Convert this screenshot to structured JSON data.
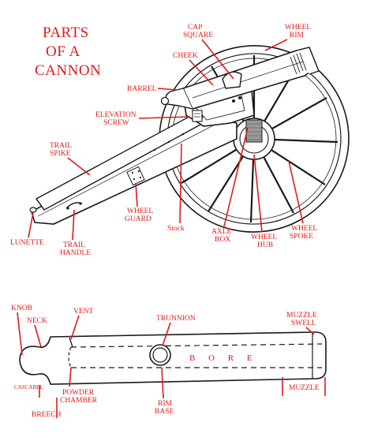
{
  "title": {
    "line1": "PARTS",
    "line2": "OF A",
    "line3": "CANNON"
  },
  "cannon_labels": {
    "cap_square_1": "CAP",
    "cap_square_2": "SQUARE",
    "wheel_rim_1": "WHEEL",
    "wheel_rim_2": "RIM",
    "cheek": "CHEEK",
    "barrel": "BARREL",
    "elevation_screw_1": "ELEVATION",
    "elevation_screw_2": "SCREW",
    "trail_spike_1": "TRAIL",
    "trail_spike_2": "SPIKE",
    "wheel_guard_1": "WHEEL",
    "wheel_guard_2": "GUARD",
    "stock": "Stock",
    "axle_box_1": "AXLE",
    "axle_box_2": "BOX",
    "wheel_hub_1": "WHEEL",
    "wheel_hub_2": "HUB",
    "wheel_spoke_1": "WHEEL",
    "wheel_spoke_2": "SPOKE",
    "lunette": "LUNETTE",
    "trail_handle_1": "TRAIL",
    "trail_handle_2": "HANDLE"
  },
  "barrel_labels": {
    "knob": "KNOB",
    "neck": "NECK",
    "vent": "VENT",
    "trunnion": "TRUNNION",
    "muzzle_swell_1": "MUZZLE",
    "muzzle_swell_2": "SWELL",
    "bore": "B O R E",
    "cascabel": "CASCABEL",
    "powder_chamber_1": "POWDER",
    "powder_chamber_2": "CHAMBER",
    "rim_base_1": "RIM",
    "rim_base_2": "BASE",
    "muzzle": "MUZZLE",
    "breech": "BREECH"
  }
}
